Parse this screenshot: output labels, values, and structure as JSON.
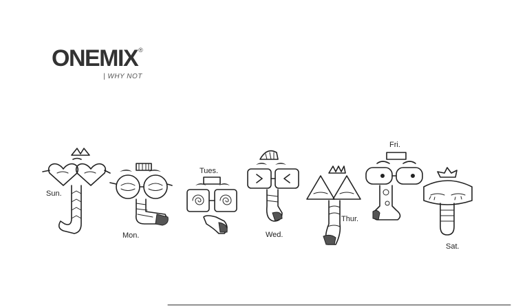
{
  "brand": {
    "logo_text": "ONEMIX",
    "registered_mark": "®",
    "tagline": "| WHY NOT"
  },
  "days": [
    {
      "label": "Sun."
    },
    {
      "label": "Mon."
    },
    {
      "label": "Tues."
    },
    {
      "label": "Wed."
    },
    {
      "label": "Thur."
    },
    {
      "label": "Fri."
    },
    {
      "label": "Sat."
    }
  ]
}
